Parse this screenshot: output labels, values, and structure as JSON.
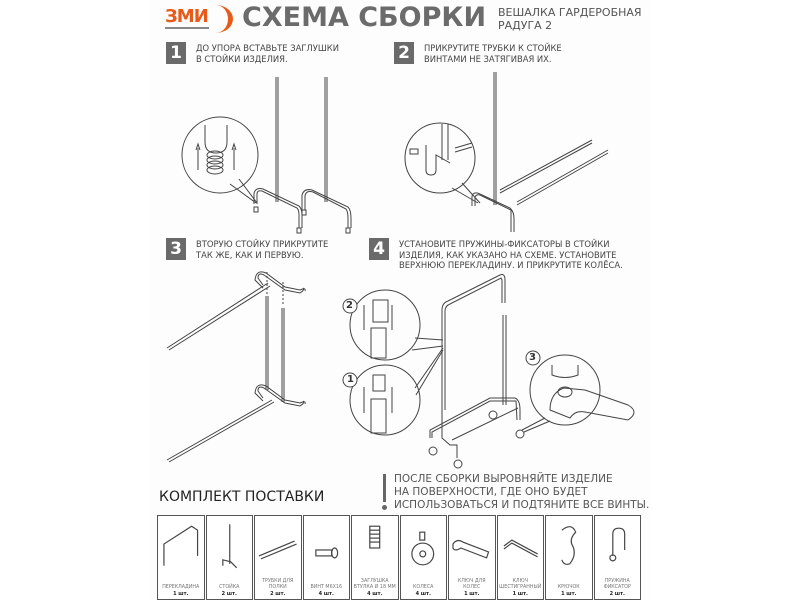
{
  "header": {
    "logo_text": "ЗМИ",
    "title": "СХЕМА СБОРКИ",
    "product_line1": "ВЕШАЛКА ГАРДЕРОБНАЯ",
    "product_line2": "РАДУГА 2",
    "brand_color": "#e85a1a",
    "title_color": "#6b6b6b"
  },
  "steps": [
    {
      "number": "1",
      "line1": "До упора вставьте заглушки",
      "line2": "в стойки изделия.",
      "line3": ""
    },
    {
      "number": "2",
      "line1": "Прикрутите трубки к стойке",
      "line2": "винтами не затягивая их.",
      "line3": ""
    },
    {
      "number": "3",
      "line1": "Вторую стойку прикрутите",
      "line2": "так же, как и первую.",
      "line3": ""
    },
    {
      "number": "4",
      "line1": "Установите пружины-фиксаторы в стойки",
      "line2": "изделия, как указано на схеме. Установите",
      "line3": "верхнюю перекладину. И прикрутите колёса."
    }
  ],
  "detail_callouts": [
    "1",
    "2",
    "3"
  ],
  "note": {
    "line1": "После сборки выровняйте изделие",
    "line2": "на поверхности, где оно будет",
    "line3": "использоваться и подтяните все винты."
  },
  "kit": {
    "title": "КОМПЛЕКТ ПОСТАВКИ",
    "items": [
      {
        "name": "Перекладина",
        "qty": "1 шт.",
        "icon": "crossbar-icon"
      },
      {
        "name": "Стойка",
        "qty": "2 шт.",
        "icon": "upright-icon"
      },
      {
        "name": "Трубки для полки",
        "qty": "2 шт.",
        "icon": "shelf-tubes-icon"
      },
      {
        "name": "Винт М6x16",
        "qty": "4 шт.",
        "icon": "screw-icon"
      },
      {
        "name": "Заглушка втулка Ø 18 мм",
        "qty": "4 шт.",
        "icon": "plug-icon"
      },
      {
        "name": "Колеса",
        "qty": "4 шт.",
        "icon": "caster-wheel-icon"
      },
      {
        "name": "Ключ для колес",
        "qty": "1 шт.",
        "icon": "wrench-icon"
      },
      {
        "name": "Ключ шестигранный",
        "qty": "1 шт.",
        "icon": "hex-key-icon"
      },
      {
        "name": "Крючок",
        "qty": "1 шт.",
        "icon": "hook-icon"
      },
      {
        "name": "Пружина фиксатор",
        "qty": "2 шт.",
        "icon": "spring-clip-icon"
      }
    ]
  }
}
